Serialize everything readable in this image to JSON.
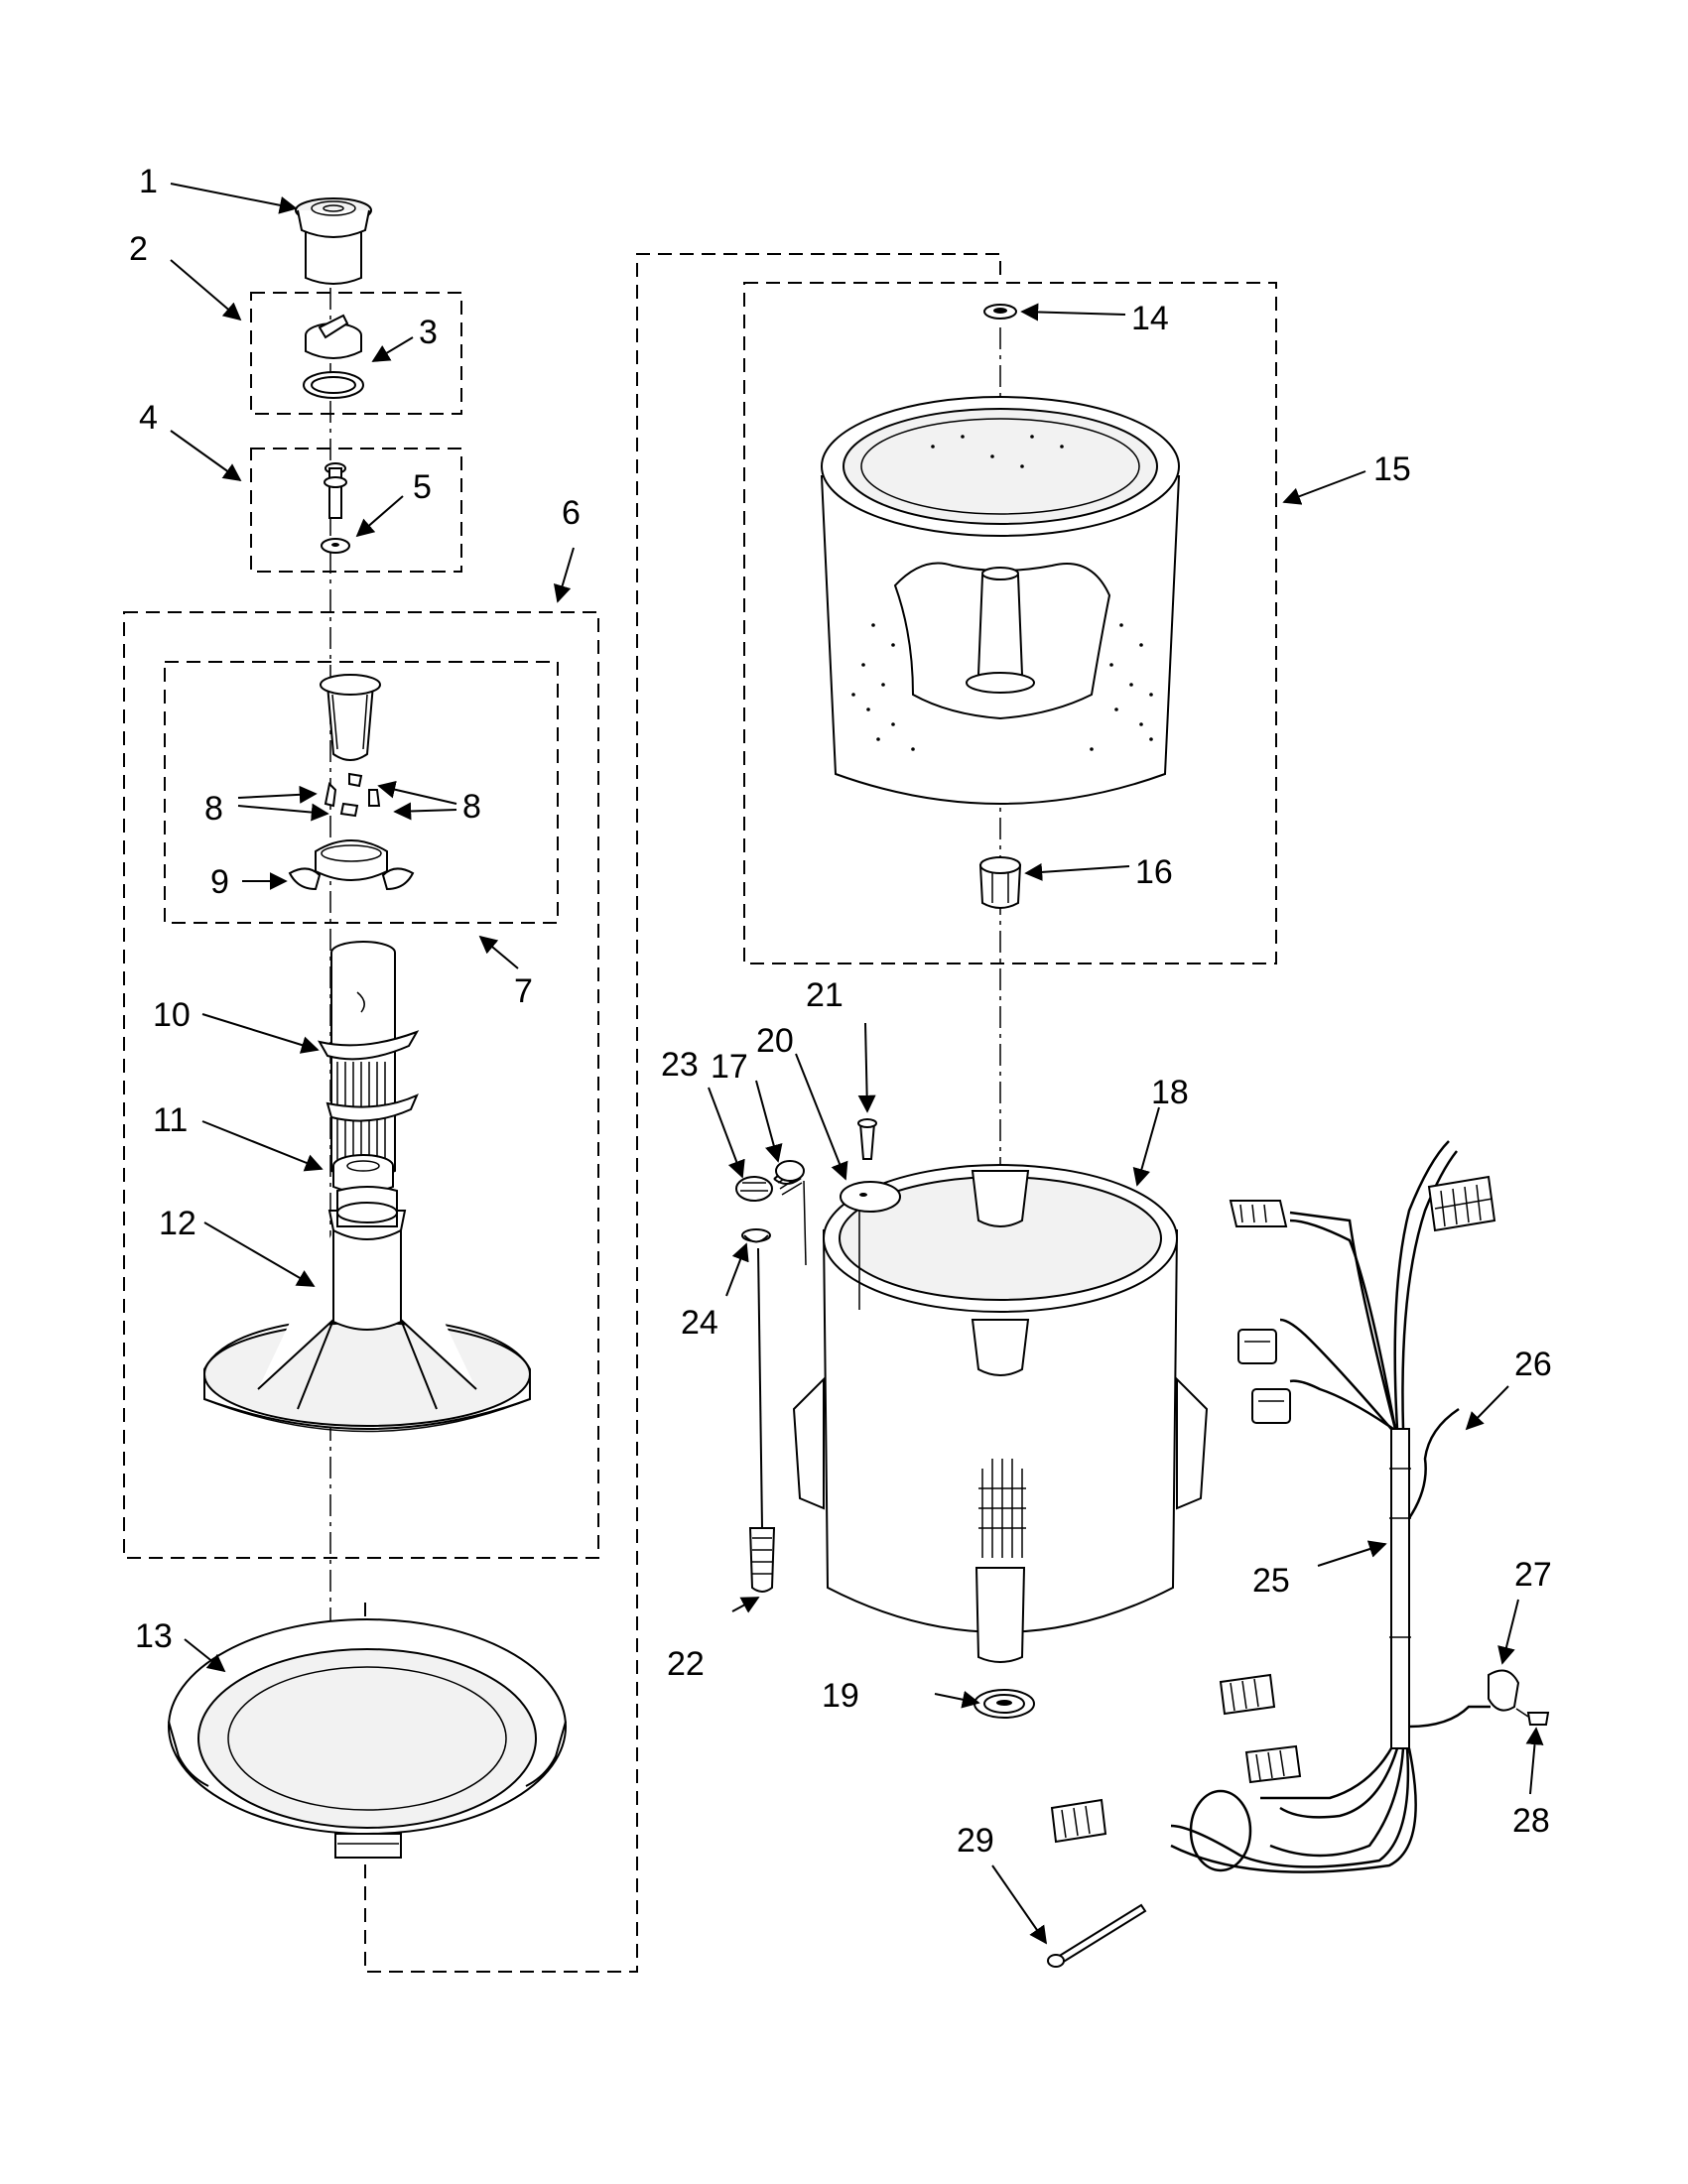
{
  "diagram": {
    "callouts": [
      "1",
      "2",
      "3",
      "4",
      "5",
      "6",
      "7",
      "8",
      "8",
      "9",
      "10",
      "11",
      "12",
      "13",
      "14",
      "15",
      "16",
      "17",
      "18",
      "19",
      "20",
      "21",
      "22",
      "23",
      "24",
      "25",
      "26",
      "27",
      "28",
      "29"
    ]
  }
}
